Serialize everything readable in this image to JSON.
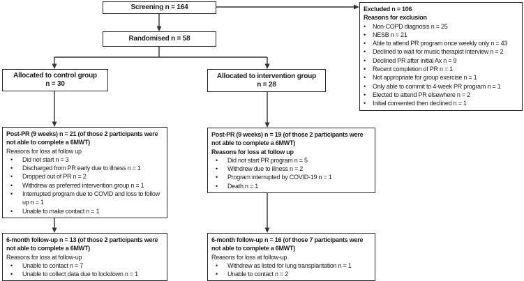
{
  "flowchart": {
    "screening": {
      "label": "Screening n = 164"
    },
    "randomised": {
      "label": "Randomised n = 58"
    },
    "excluded": {
      "title": "Excluded n = 106",
      "subtitle": "Reasons for exclusion",
      "bullets": [
        "Non-COPD diagnosis n = 25",
        "NESB n = 21",
        "Able to attend PR program once weekly only n = 43",
        "Declined to wait for music therapist interview n = 2",
        "Declined PR after initial Ax n = 9",
        "Recent completion of PR n = 1",
        "Not appropriate for group exercise n = 1",
        "Only able to commit to 4-week PR program n = 1",
        "Elected to attend PR elsewhere n = 2",
        "Initial consented then declined n = 1"
      ]
    },
    "control_allocation": {
      "line1": "Allocated to control group",
      "line2": "n = 30"
    },
    "intervention_allocation": {
      "line1": "Allocated to intervention group",
      "line2": "n = 28"
    },
    "control_post_pr": {
      "title": "Post-PR (9 weeks) n = 21 (of those 2 participants were not able to complete a 6MWT)",
      "subtitle": "Reasons for loss at follow up",
      "bullets": [
        "Did not start n = 3",
        "Discharged from PR early due to illness n = 1",
        "Dropped out of PR n = 2",
        "Withdrew as preferred intervention group n = 1",
        "Interrupted program due to COVID and loss to follow up n = 1",
        "Unable to make contact n = 1"
      ]
    },
    "intervention_post_pr": {
      "title": "Post-PR (9 weeks) n = 19 (of those 2 participants were not able to complete a 6MWT)",
      "subtitle": "Reasons for loss at follow up",
      "bullets": [
        "Did not start PR program n = 5",
        "Withdrew due to illness n = 2",
        "Program interrupted by COVID-19 n = 1",
        "Death n = 1"
      ]
    },
    "control_followup": {
      "title": "6-month follow-up n = 13 (of those 2 participants were not able to complete a 6MWT)",
      "subtitle": "Reasons for loss at follow-up",
      "bullets": [
        "Unable to contact n = 7",
        "Unable to collect data due to lockdown n = 1"
      ]
    },
    "intervention_followup": {
      "title": "6-month follow-up n = 16 (of those 7 participants were not able to complete a 6MWT)",
      "subtitle": "Reasons for loss at follow-up",
      "bullets": [
        "Withdrew as listed for lung transplantation n = 1",
        "Unable to contact n = 2"
      ]
    },
    "colors": {
      "border": "#262626",
      "connector": "#333333",
      "text": "#1a1a1a",
      "background": "#ffffff"
    }
  }
}
